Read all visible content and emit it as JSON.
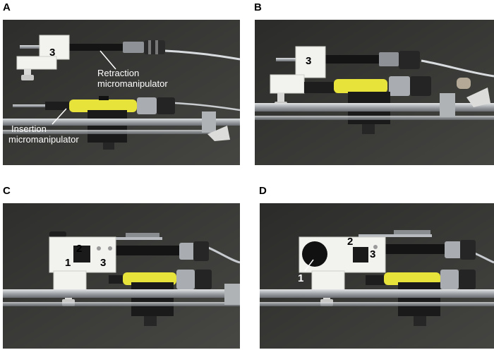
{
  "figure": {
    "panels": [
      {
        "letter": "A",
        "labels": {
          "num3": "3",
          "retraction_line1": "Retraction",
          "retraction_line2": "micromanipulator",
          "insertion_line1": "Insertion",
          "insertion_line2": "micromanipulator"
        }
      },
      {
        "letter": "B",
        "labels": {
          "num3": "3"
        }
      },
      {
        "letter": "C",
        "labels": {
          "num1": "1",
          "num2": "2",
          "num3": "3"
        }
      },
      {
        "letter": "D",
        "labels": {
          "num1": "1",
          "num2": "2",
          "num3": "3"
        }
      }
    ],
    "colors": {
      "background": "#3a3a38",
      "yellow_sleeve": "#e7e33a",
      "white_part": "#f2f2ef",
      "black_tube": "#141414",
      "steel": "#b9bcbf"
    }
  }
}
